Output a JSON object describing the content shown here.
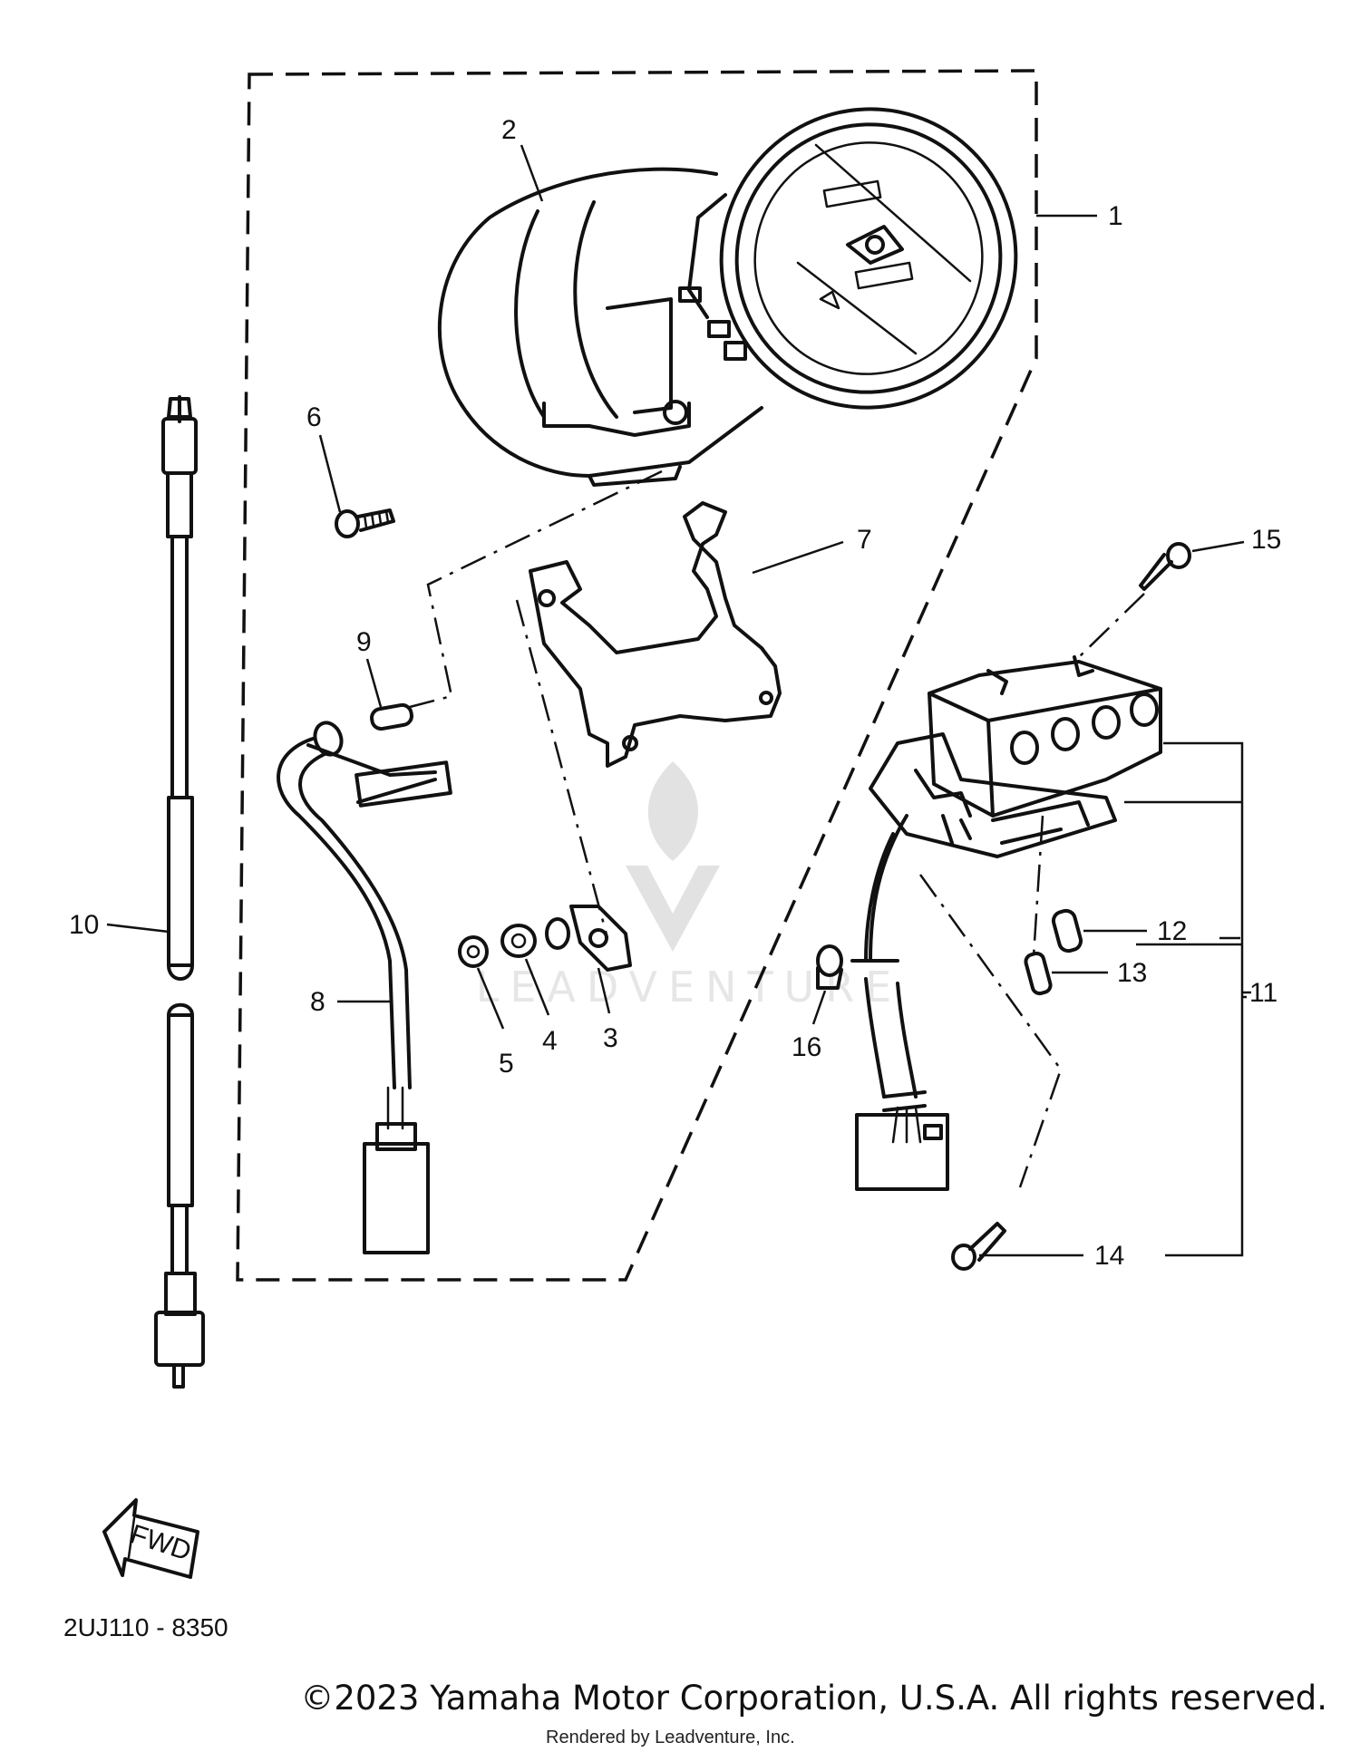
{
  "diagram": {
    "drawing_code": "2UJ110 - 8350",
    "fwd_label": "FWD",
    "watermark": "LEADVENTURE",
    "callouts": [
      "1",
      "2",
      "3",
      "4",
      "5",
      "6",
      "7",
      "8",
      "9",
      "10",
      "11",
      "12",
      "13",
      "14",
      "15",
      "16"
    ]
  },
  "footer": {
    "copyright": "©2023 Yamaha Motor Corporation, U.S.A. All rights reserved.",
    "rendered_by": "Rendered by Leadventure, Inc."
  },
  "colors": {
    "ink": "#111111",
    "watermark": "#e2e2e2",
    "background": "#ffffff"
  },
  "icons": [
    "fwd-arrow-icon",
    "leadventure-logo-icon"
  ]
}
